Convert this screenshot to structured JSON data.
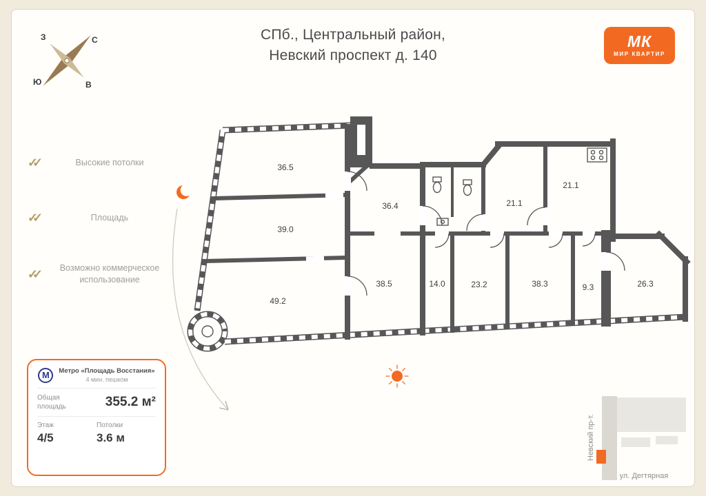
{
  "title": {
    "line1": "СПб., Центральный район,",
    "line2": "Невский проспект д. 140"
  },
  "logo": {
    "monogram": "МК",
    "name": "МИР КВАРТИР"
  },
  "compass": {
    "north": "С",
    "south": "Ю",
    "west": "З",
    "east": "В"
  },
  "features": [
    {
      "label": "Высокие потолки"
    },
    {
      "label": "Площадь"
    },
    {
      "label": "Возможно коммерческое использование"
    }
  ],
  "icons": {
    "double_check": "✓✓",
    "metro": "М"
  },
  "info_card": {
    "metro_name": "Метро «Площадь Восстания»",
    "metro_walk": "4 мин. пешком",
    "total_area_label": "Общая площадь",
    "total_area_value": "355.2 м²",
    "floor_label": "Этаж",
    "floor_value": "4/5",
    "ceiling_label": "Потолки",
    "ceiling_value": "3.6 м"
  },
  "floorplan": {
    "rooms": [
      {
        "area": "36.5"
      },
      {
        "area": "36.4"
      },
      {
        "area": "39.0"
      },
      {
        "area": "21.1"
      },
      {
        "area": "21.1"
      },
      {
        "area": "49.2"
      },
      {
        "area": "38.5"
      },
      {
        "area": "14.0"
      },
      {
        "area": "23.2"
      },
      {
        "area": "38.3"
      },
      {
        "area": "9.3"
      },
      {
        "area": "26.3"
      }
    ]
  },
  "map": {
    "street_vertical": "Невский пр-т.",
    "street_bottom": "ул. Дегтярная"
  },
  "colors": {
    "accent": "#F26A22",
    "wall": "#575757",
    "background": "#F1EBDD",
    "check": "#B59E66",
    "metro_blue": "#2E3A87"
  }
}
